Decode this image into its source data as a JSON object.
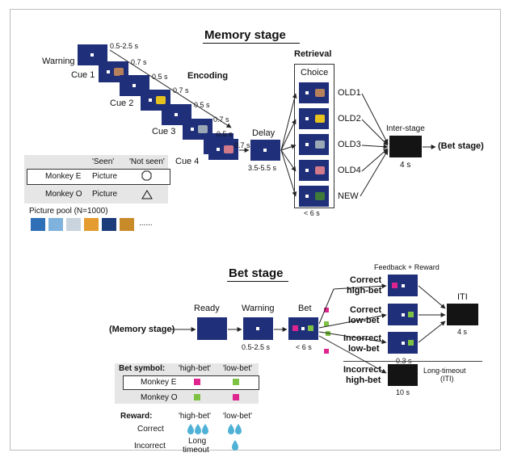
{
  "memory": {
    "title": "Memory  stage",
    "warning": "Warning",
    "cues": [
      "Cue 1",
      "Cue 2",
      "Cue 3",
      "Cue 4"
    ],
    "t_warn": "0.5-2.5 s",
    "t_cue": "0.7 s",
    "t_gap": "0.5 s",
    "encoding": "Encoding",
    "delay": "Delay",
    "delay_time": "3.5-5.5 s",
    "retrieval": "Retrieval",
    "choice": "Choice",
    "choice_labels": [
      "OLD1",
      "OLD2",
      "OLD3",
      "OLD4",
      "NEW"
    ],
    "choice_time": "< 6 s",
    "inter_stage": "Inter-stage",
    "inter_time": "4 s",
    "bet_stage": "(Bet stage)"
  },
  "legend": {
    "seen": "'Seen'",
    "not_seen": "'Not seen'",
    "rows": [
      {
        "monkey": "Monkey E",
        "picture": "Picture"
      },
      {
        "monkey": "Monkey O",
        "picture": "Picture"
      }
    ],
    "pool": "Picture pool (N=1000)",
    "dots": "......"
  },
  "bet": {
    "title": "Bet stage",
    "memory_stage": "(Memory stage)",
    "ready": "Ready",
    "warning": "Warning",
    "bet": "Bet",
    "t_warn": "0.5-2.5 s",
    "t_bet": "< 6 s",
    "feedback": "Feedback + Reward",
    "outcomes": [
      {
        "l1": "Correct",
        "l2": "high-bet"
      },
      {
        "l1": "Correct",
        "l2": "low-bet"
      },
      {
        "l1": "Incorrect",
        "l2": "low-bet"
      },
      {
        "l1": "Incorrect",
        "l2": "high-bet"
      }
    ],
    "t_feedback": "0.3 s",
    "iti": "ITI",
    "iti_time": "4 s",
    "long_timeout": "Long-timeout",
    "long_timeout_iti": "(ITI)",
    "long_time": "10 s"
  },
  "bet_symbol": {
    "label": "Bet symbol:",
    "high": "'high-bet'",
    "low": "'low-bet'",
    "rows": [
      "Monkey E",
      "Monkey O"
    ]
  },
  "reward": {
    "label": "Reward:",
    "high": "'high-bet'",
    "low": "'low-bet'",
    "correct": "Correct",
    "incorrect": "Incorrect",
    "long1": "Long",
    "long2": "timeout"
  },
  "colors": {
    "screen": "#1f2f7a",
    "magenta": "#e0248f",
    "green": "#7dc242",
    "drop": "#4fb1d6"
  }
}
